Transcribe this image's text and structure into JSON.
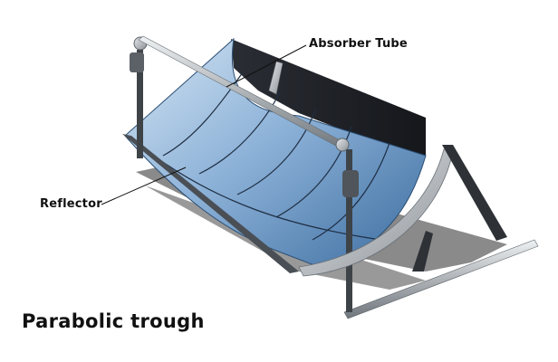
{
  "labels": {
    "absorber": "Absorber Tube",
    "reflector": "Reflector",
    "title": "Parabolic trough"
  },
  "colors": {
    "mirror_light": "#c9def0",
    "mirror_mid": "#7fa7cf",
    "mirror_dark": "#2f5f92",
    "back_panel": "#1e2026",
    "frame_metal": "#aeb4ba",
    "shadow": "#202020"
  }
}
